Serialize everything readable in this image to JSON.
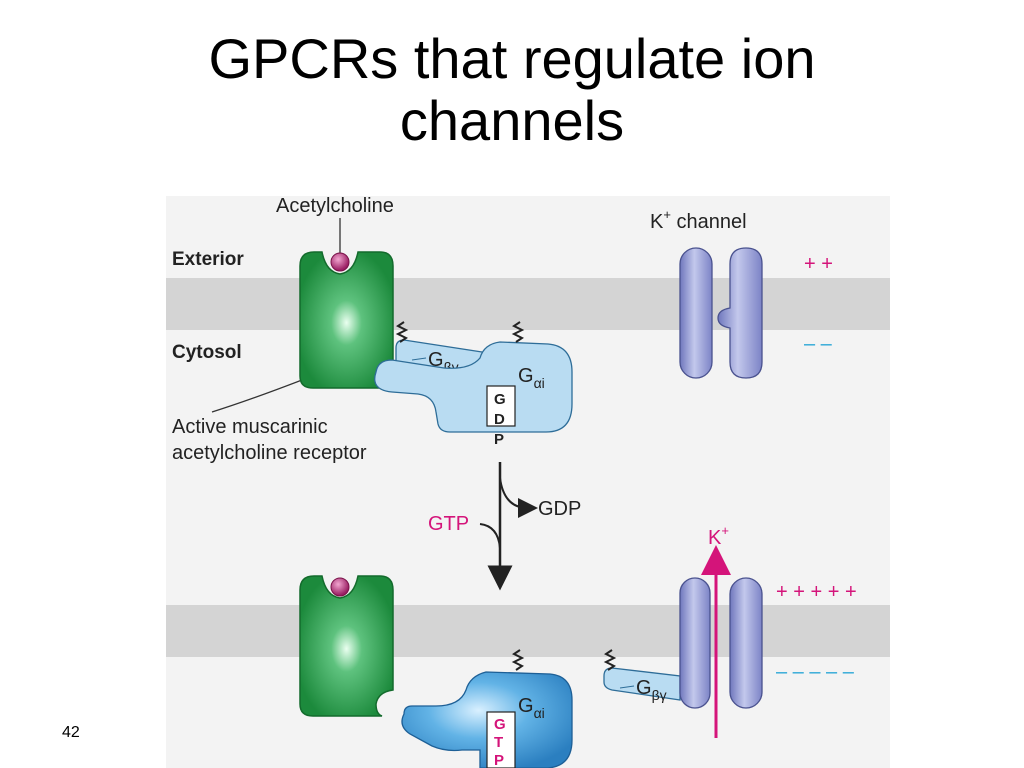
{
  "slide": {
    "title_line1": "GPCRs that regulate ion",
    "title_line2": "channels",
    "page_number": "42"
  },
  "labels": {
    "acetylcholine": "Acetylcholine",
    "exterior": "Exterior",
    "cytosol": "Cytosol",
    "receptor_line1": "Active muscarinic",
    "receptor_line2": "acetylcholine receptor",
    "k_channel_prefix": "K",
    "k_channel_suffix": " channel",
    "plus_sup": "+",
    "gtp": "GTP",
    "gdp": "GDP",
    "k_ion": "K"
  },
  "subunits": {
    "g": "G",
    "beta_gamma": "βγ",
    "alpha_i": "αi"
  },
  "nucleotides": {
    "gdp_letters": [
      "G",
      "D",
      "P"
    ],
    "gtp_letters": [
      "G",
      "T",
      "P"
    ]
  },
  "charges": {
    "top_exterior": "+ +",
    "top_cytosol": "– –",
    "bottom_exterior": "+ + + + +",
    "bottom_cytosol": "– – – – –"
  },
  "colors": {
    "membrane": "#d4d4d4",
    "receptor": "#1f8a3e",
    "g_protein_light": "#b9dcf2",
    "g_alpha_active": "#3b93cf",
    "channel": "#8e95cf",
    "ligand": "#a0266a",
    "magenta": "#d4147a",
    "cyan": "#2aa6d6"
  }
}
